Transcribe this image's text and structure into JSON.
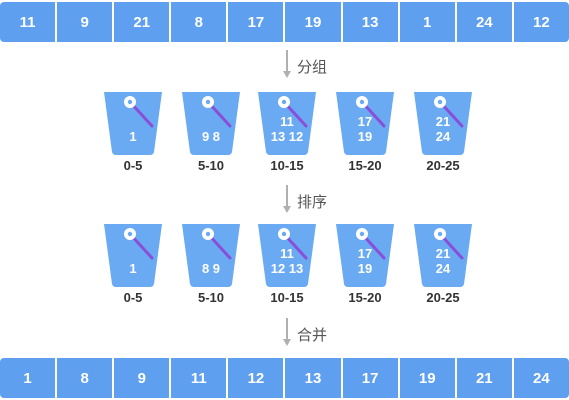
{
  "input_array": [
    "11",
    "9",
    "21",
    "8",
    "17",
    "19",
    "13",
    "1",
    "24",
    "12"
  ],
  "steps": {
    "split": "分组",
    "sort": "排序",
    "merge": "合并"
  },
  "buckets_split": [
    {
      "range": "0-5",
      "line1": "",
      "line2": "1"
    },
    {
      "range": "5-10",
      "line1": "",
      "line2": "9  8"
    },
    {
      "range": "10-15",
      "line1": "11",
      "line2": "13 12"
    },
    {
      "range": "15-20",
      "line1": "17",
      "line2": "19"
    },
    {
      "range": "20-25",
      "line1": "21",
      "line2": "24"
    }
  ],
  "buckets_sorted": [
    {
      "range": "0-5",
      "line1": "",
      "line2": "1"
    },
    {
      "range": "5-10",
      "line1": "",
      "line2": "8  9"
    },
    {
      "range": "10-15",
      "line1": "11",
      "line2": "12 13"
    },
    {
      "range": "15-20",
      "line1": "17",
      "line2": "19"
    },
    {
      "range": "20-25",
      "line1": "21",
      "line2": "24"
    }
  ],
  "output_array": [
    "1",
    "8",
    "9",
    "11",
    "12",
    "13",
    "17",
    "19",
    "21",
    "24"
  ],
  "colors": {
    "cell_fill": "#5e9ff0",
    "bucket_fill": "#6aaaf2",
    "handle": "#8a4fd8",
    "arrow": "#b0b0b0"
  }
}
